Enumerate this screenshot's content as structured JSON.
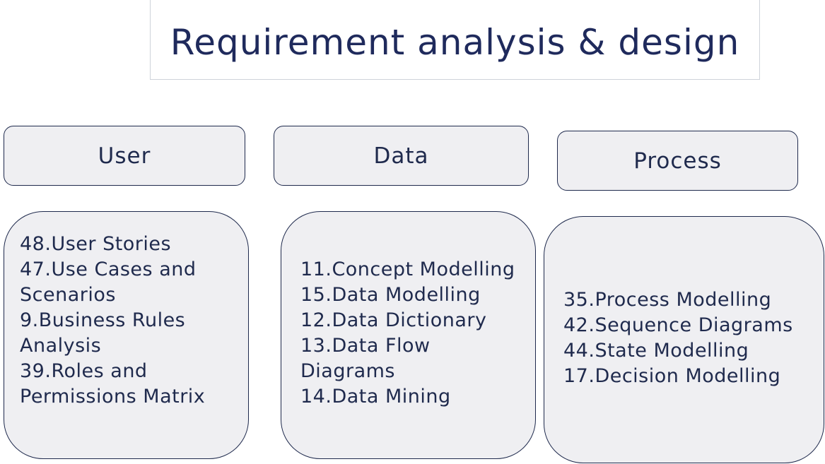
{
  "title": "Requirement analysis & design",
  "columns": [
    {
      "header": "User",
      "items": [
        "48.User Stories",
        "47.Use Cases and",
        "Scenarios",
        "9.Business Rules",
        "Analysis",
        "39.Roles and",
        "Permissions Matrix"
      ]
    },
    {
      "header": "Data",
      "items": [
        "11.Concept Modelling",
        "15.Data Modelling",
        "12.Data Dictionary",
        "13.Data Flow",
        "Diagrams",
        "14.Data Mining"
      ]
    },
    {
      "header": "Process",
      "items": [
        "35.Process Modelling",
        "42.Sequence Diagrams",
        "44.State Modelling",
        "17.Decision Modelling"
      ]
    }
  ]
}
